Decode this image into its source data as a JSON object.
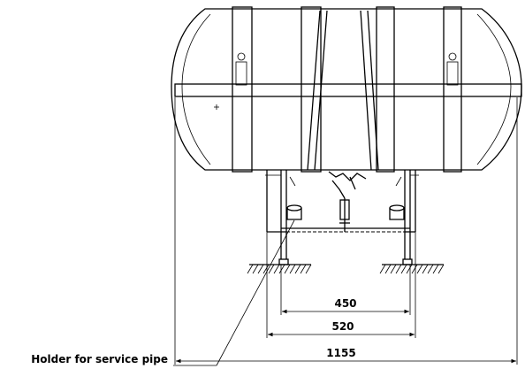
{
  "labels": {
    "holder_callout": "Holder for service pipe"
  },
  "dimensions": {
    "inner_span": "450",
    "middle_span": "520",
    "overall_width": "1155"
  },
  "colors": {
    "line": "#000000",
    "background": "#ffffff"
  }
}
